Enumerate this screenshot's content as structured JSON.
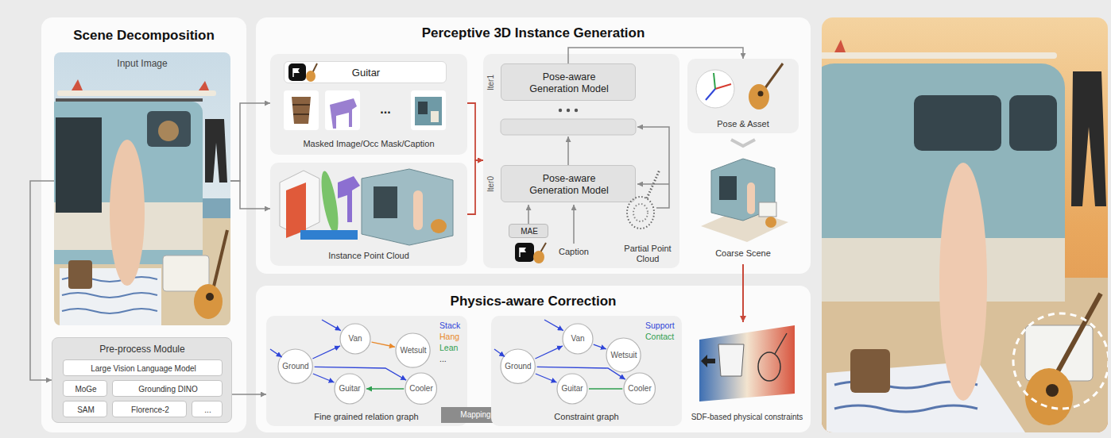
{
  "diagram": {
    "nodes": [
      {
        "text": [
          "Scene Decomposition"
        ]
      },
      {
        "text": [
          "Input Image"
        ],
        "in": 0
      },
      {
        "text": [
          "Pre-process Module"
        ],
        "in": 0
      },
      {
        "text": [
          "Large Vision Language Model"
        ],
        "in": 2
      },
      {
        "text": [
          "MoGe"
        ],
        "in": 2
      },
      {
        "text": [
          "Grounding DINO"
        ],
        "in": 2
      },
      {
        "text": [
          "SAM"
        ],
        "in": 2
      },
      {
        "text": [
          "Florence-2"
        ],
        "in": 2
      },
      {
        "text": [
          "..."
        ],
        "in": 2
      },
      {
        "text": [
          "Perceptive 3D Instance Generation"
        ]
      },
      {
        "text": [
          "Masked Image/Occ Mask/Caption"
        ],
        "in": 9
      },
      {
        "text": [
          "Guitar"
        ],
        "in": 10
      },
      {
        "text": [
          "Instance Point Cloud"
        ],
        "in": 9
      },
      {
        "text": [
          "Iter1",
          "Iter0"
        ],
        "in": 9
      },
      {
        "text": [
          "Pose-aware Generation Model"
        ],
        "in": 13
      },
      {
        "text": [
          "Pose-aware Generation Model"
        ],
        "in": 13
      },
      {
        "text": [
          "MAE"
        ],
        "in": 13
      },
      {
        "text": [
          "Pose & Asset"
        ],
        "in": 9
      },
      {
        "text": [
          "Physics-aware Correction"
        ]
      },
      {
        "text": [
          "Fine grained relation graph"
        ],
        "in": 18
      },
      {
        "text": [
          "Ground"
        ],
        "in": 19
      },
      {
        "text": [
          "Van"
        ],
        "in": 19
      },
      {
        "text": [
          "Wetsult"
        ],
        "in": 19
      },
      {
        "text": [
          "Guitar"
        ],
        "in": 19
      },
      {
        "text": [
          "Cooler"
        ],
        "in": 19
      },
      {
        "text": [
          "Mapping"
        ],
        "in": 18
      },
      {
        "text": [
          "Constraint graph"
        ],
        "in": 18
      },
      {
        "text": [
          "Ground"
        ],
        "in": 26
      },
      {
        "text": [
          "Van"
        ],
        "in": 26
      },
      {
        "text": [
          "Wetsuit"
        ],
        "in": 26
      },
      {
        "text": [
          "Guitar"
        ],
        "in": 26
      },
      {
        "text": [
          "Cooler"
        ],
        "in": 26
      }
    ],
    "edges": [
      {
        "from": 1,
        "to": 2,
        "arrow": "to"
      },
      {
        "from": 1,
        "to": 10,
        "arrow": "to"
      },
      {
        "from": 1,
        "to": 12,
        "arrow": "to"
      },
      {
        "from": 2,
        "to": 19,
        "arrow": "to"
      },
      {
        "from": 10,
        "to": 13,
        "arrow": "to"
      },
      {
        "from": 12,
        "to": 13,
        "arrow": "to"
      },
      {
        "from": 14,
        "to": 17,
        "arrow": "to"
      },
      {
        "from": 20,
        "to": 21,
        "arrow": "to"
      },
      {
        "from": 21,
        "to": 22,
        "arrow": "to"
      },
      {
        "from": 20,
        "to": 23,
        "arrow": "to"
      },
      {
        "from": 20,
        "to": 24,
        "arrow": "to"
      },
      {
        "from": 24,
        "to": 23,
        "arrow": "to"
      },
      {
        "from": 27,
        "to": 28,
        "arrow": "to"
      },
      {
        "from": 28,
        "to": 29,
        "arrow": "to"
      },
      {
        "from": 27,
        "to": 30,
        "arrow": "to"
      },
      {
        "from": 27,
        "to": 31,
        "arrow": "to"
      },
      {
        "from": 30,
        "to": 31,
        "arrow": "none"
      }
    ],
    "labels": [
      "...",
      "Caption",
      "Partial Point Cloud",
      "Coarse Scene",
      "Stack",
      "Hang",
      "Lean",
      "...",
      "Support",
      "Contact",
      "SDF-based physical constraints"
    ]
  }
}
